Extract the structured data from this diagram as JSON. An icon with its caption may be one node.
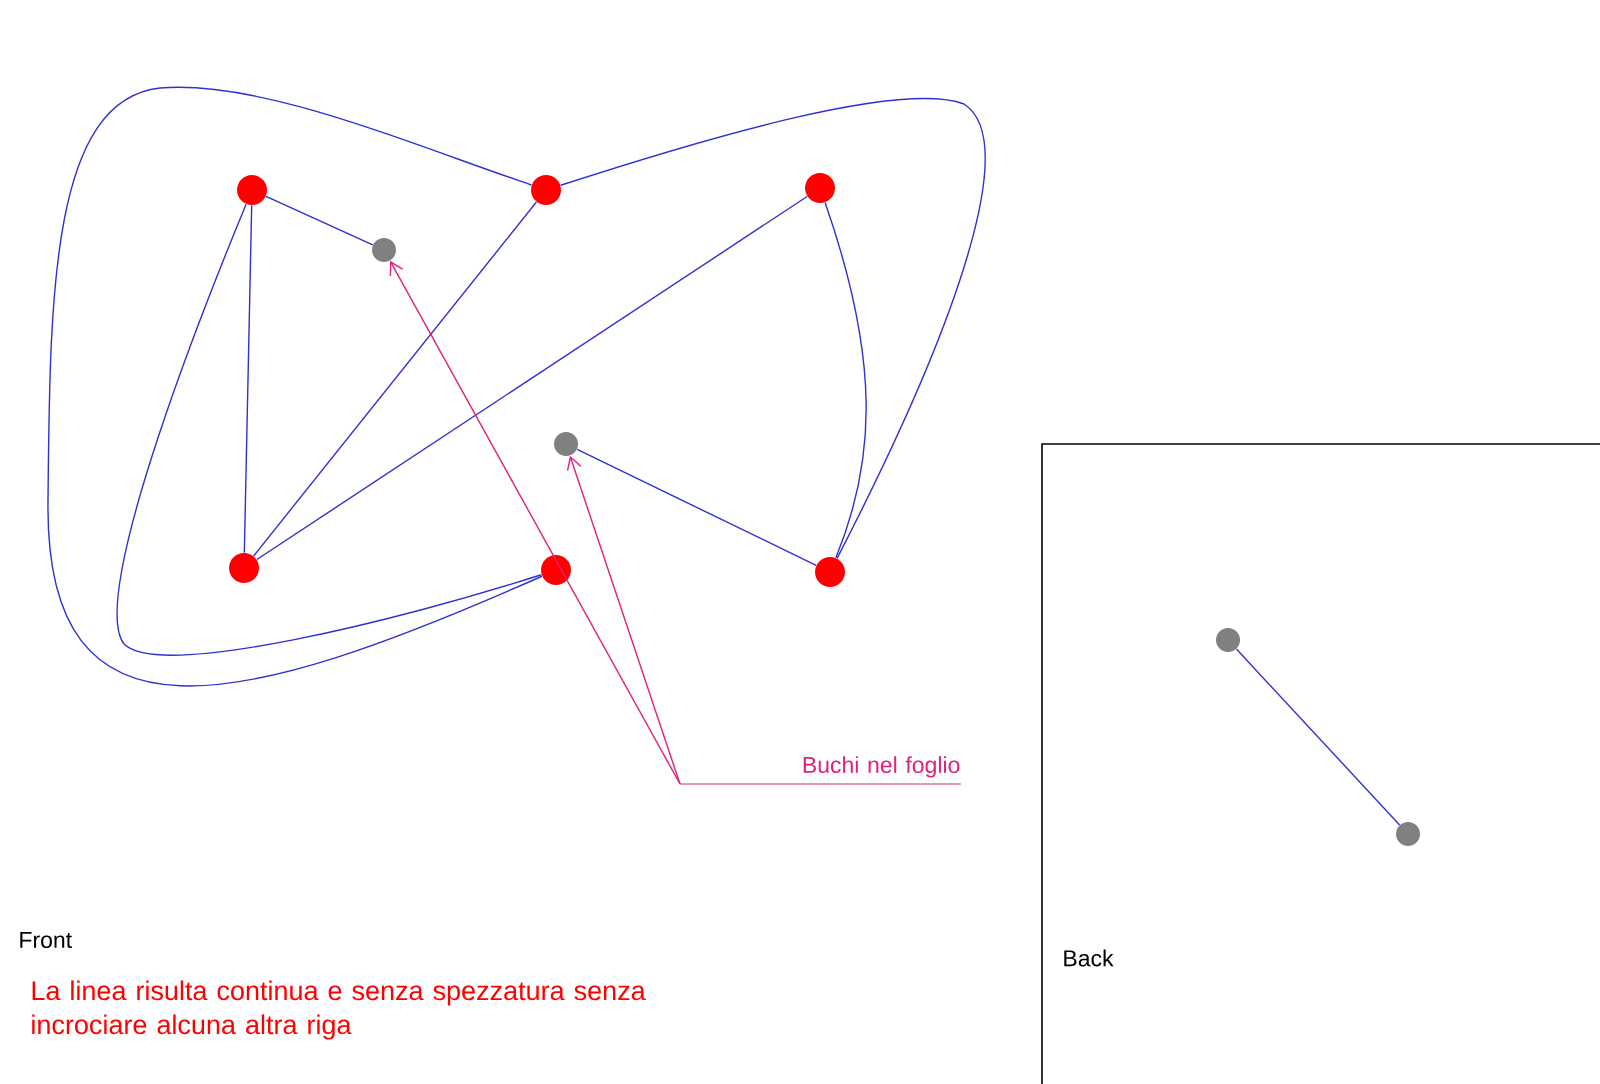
{
  "diagram": {
    "nodes": [
      {
        "text": [],
        "shape": "circle"
      },
      {
        "text": [],
        "shape": "circle"
      },
      {
        "text": [],
        "shape": "circle"
      },
      {
        "text": [],
        "shape": "circle"
      },
      {
        "text": [],
        "shape": "circle"
      },
      {
        "text": [],
        "shape": "circle"
      },
      {
        "text": [],
        "shape": "circle"
      },
      {
        "text": [],
        "shape": "circle"
      },
      {
        "text": [],
        "shape": "circle"
      },
      {
        "text": [],
        "shape": "circle"
      },
      {
        "text": [
          "Buchi nel foglio"
        ]
      }
    ],
    "edges": [
      {
        "from": 0,
        "to": 3,
        "arrow": "none"
      },
      {
        "from": 0,
        "to": 5,
        "arrow": "none"
      },
      {
        "from": 5,
        "to": 1,
        "arrow": "none"
      },
      {
        "from": 5,
        "to": 2,
        "arrow": "none"
      },
      {
        "from": 1,
        "to": 6,
        "arrow": "none"
      },
      {
        "from": 0,
        "to": 6,
        "arrow": "none"
      },
      {
        "from": 1,
        "to": 7,
        "arrow": "none"
      },
      {
        "from": 2,
        "to": 7,
        "arrow": "none"
      },
      {
        "from": 7,
        "to": 4,
        "arrow": "none"
      },
      {
        "from": 8,
        "to": 9,
        "arrow": "none"
      },
      {
        "from": 10,
        "to": 3,
        "arrow": "to",
        "color": "#e0207a"
      },
      {
        "from": 10,
        "to": 4,
        "arrow": "to",
        "color": "#e0207a"
      }
    ],
    "labels": [
      "Front",
      "La linea risulta continua e senza spezzatura senza incrociare alcuna altra riga",
      "Back"
    ]
  }
}
